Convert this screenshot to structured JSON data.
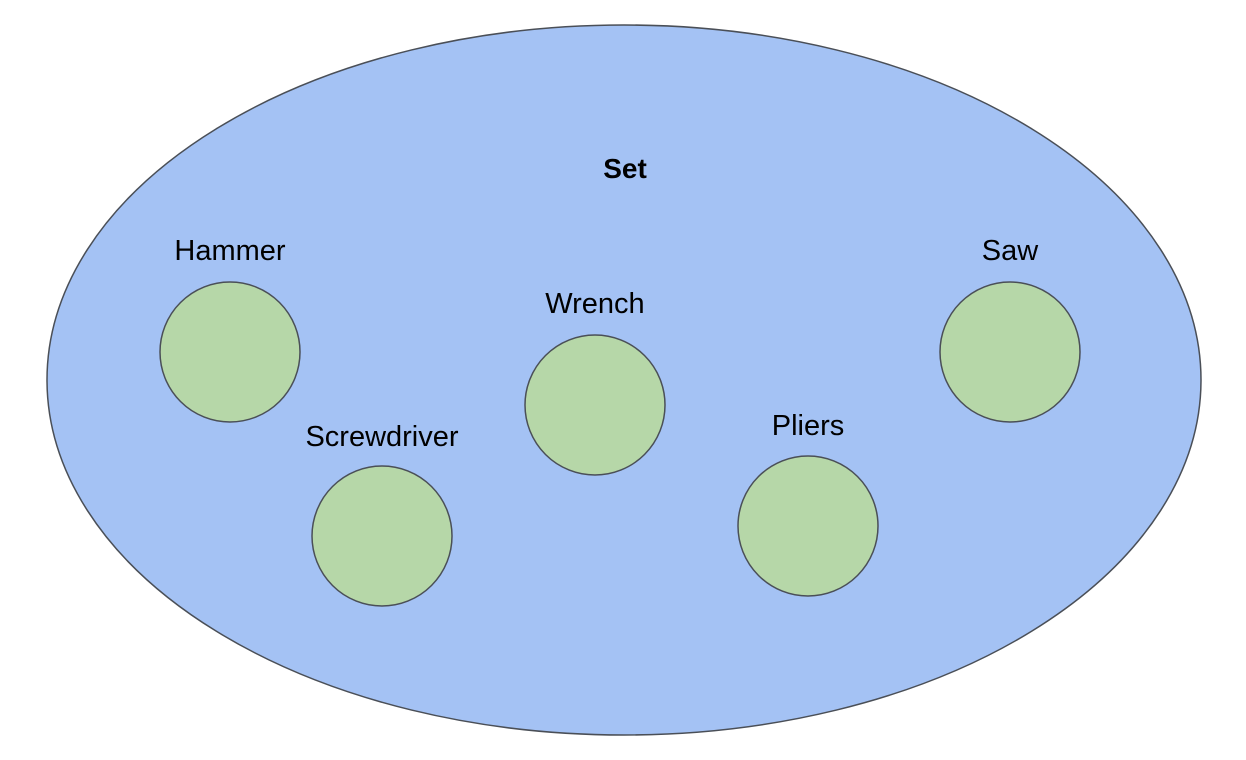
{
  "set": {
    "label": "Set",
    "fill": "#a4c2f4"
  },
  "element_fill": "#b6d7a8",
  "elements": [
    {
      "label": "Hammer"
    },
    {
      "label": "Screwdriver"
    },
    {
      "label": "Wrench"
    },
    {
      "label": "Pliers"
    },
    {
      "label": "Saw"
    }
  ]
}
